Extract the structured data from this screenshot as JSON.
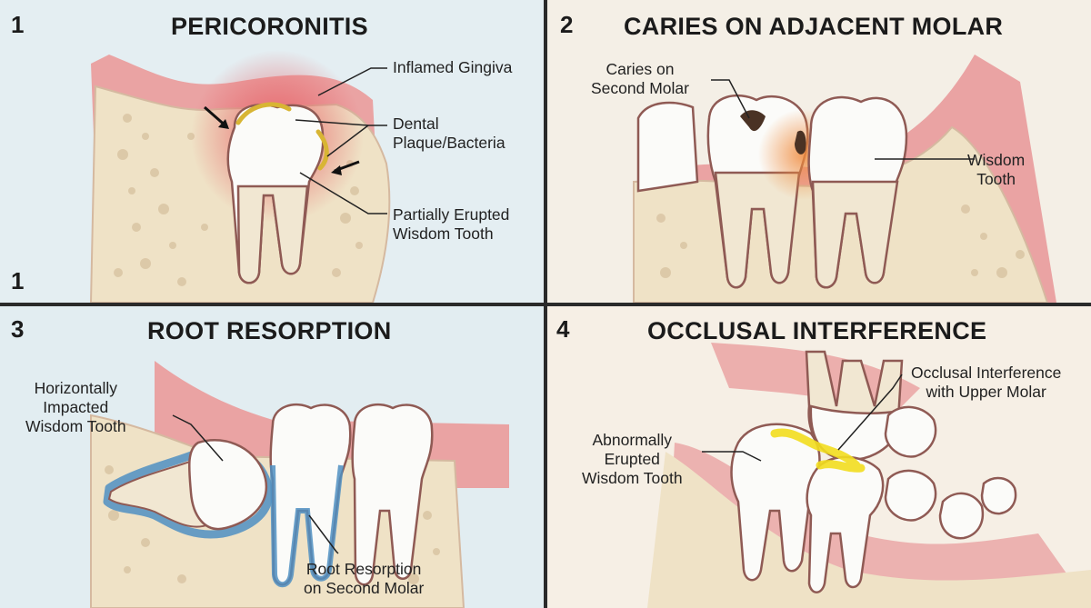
{
  "panels": [
    {
      "number": "1",
      "title": "PERICORONITIS",
      "extra_number": "1",
      "labels": {
        "inflamed": "Inflamed Gingiva",
        "plaque_1": "Dental",
        "plaque_2": "Plaque/Bacteria",
        "erupted_1": "Partially Erupted",
        "erupted_2": "Wisdom Tooth"
      }
    },
    {
      "number": "2",
      "title": "CARIES ON ADJACENT MOLAR",
      "labels": {
        "caries_1": "Caries on",
        "caries_2": "Second Molar",
        "wisdom_1": "Wisdom",
        "wisdom_2": "Tooth"
      }
    },
    {
      "number": "3",
      "title": "ROOT RESORPTION",
      "labels": {
        "impacted_1": "Horizontally",
        "impacted_2": "Impacted",
        "impacted_3": "Wisdom Tooth",
        "resorption_1": "Root Resorption",
        "resorption_2": "on Second Molar"
      }
    },
    {
      "number": "4",
      "title": "OCCLUSAL INTERFERENCE",
      "labels": {
        "interference_1": "Occlusal Interference",
        "interference_2": "with Upper Molar",
        "abnormal_1": "Abnormally",
        "abnormal_2": "Erupted",
        "abnormal_3": "Wisdom Tooth"
      }
    }
  ],
  "colors": {
    "gum": "#eaa3a3",
    "bone": "#efe2c6",
    "enamel": "#fbfbf9",
    "root": "#f1e7d2",
    "outline": "#8f5a54",
    "inflammation": "#e6595f",
    "plaque": "#d8b534",
    "caries": "#4a3224",
    "decay_glow": "#ef8a3c",
    "resorption": "#4f8fc2",
    "interference": "#f2dd1e"
  }
}
